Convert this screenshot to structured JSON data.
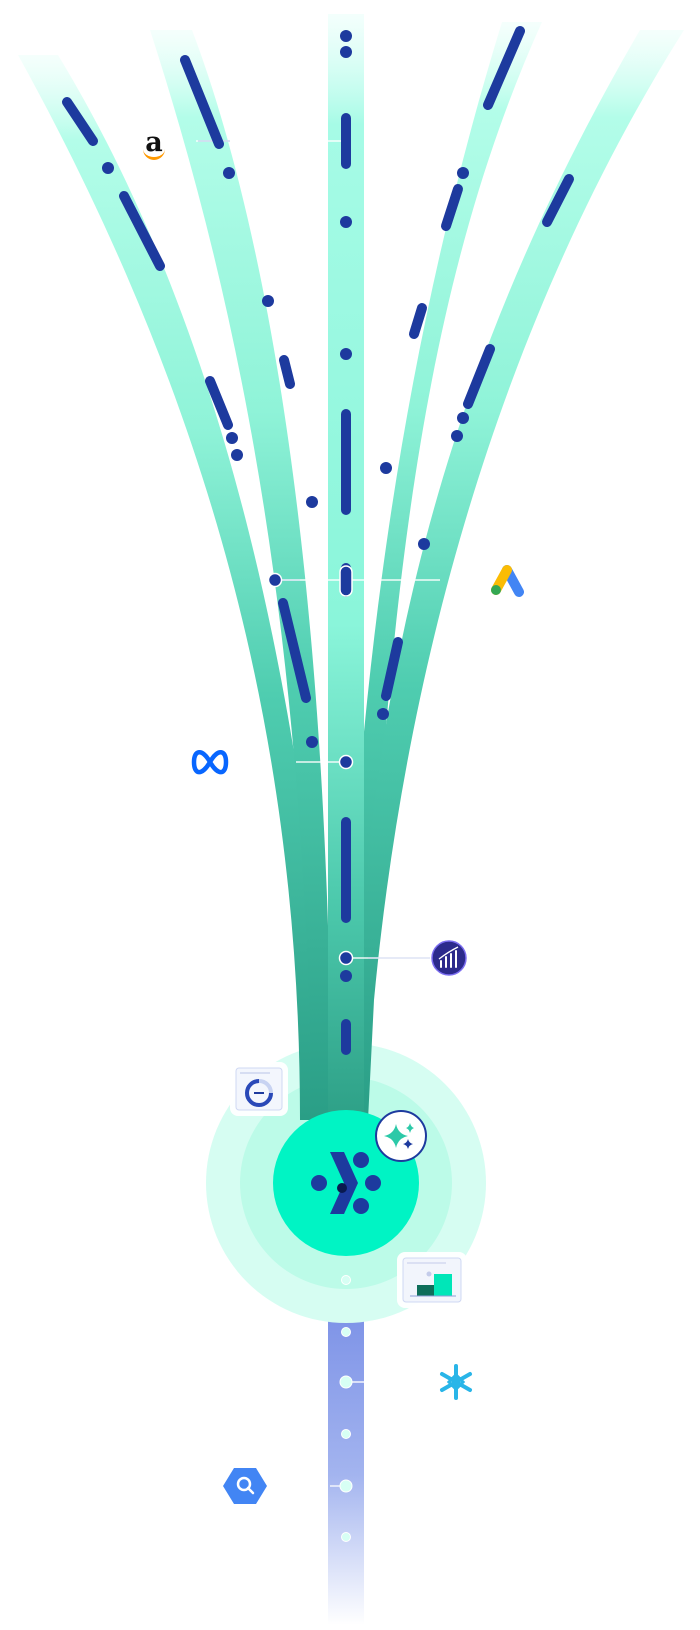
{
  "diagram": {
    "description_label": "",
    "sources": [
      {
        "name": "amazon-logo",
        "icon": "amazon-logo",
        "text": "a"
      },
      {
        "name": "google-ads-logo",
        "icon": "google-ads-logo"
      },
      {
        "name": "meta-logo",
        "icon": "meta-logo"
      },
      {
        "name": "adobe-analytics-logo",
        "icon": "adobe-analytics-logo"
      }
    ],
    "hub": {
      "icon": "logo-mark",
      "sparkle_icon": "sparkle-icon"
    },
    "outputs": [
      {
        "name": "snowflake-logo",
        "icon": "snowflake-logo"
      },
      {
        "name": "bigquery-logo",
        "icon": "bigquery-logo"
      }
    ],
    "widgets": [
      {
        "name": "donut-chart-widget",
        "icon": "donut-chart-icon"
      },
      {
        "name": "bar-chart-widget",
        "icon": "bar-chart-icon"
      }
    ]
  },
  "colors": {
    "stream_light": "#a8fbe6",
    "stream_mid": "#5fe0c2",
    "stream_dark": "#2a9e86",
    "stream_core": "#8ff7dc",
    "dash": "#1d3a9e",
    "hub": "#00f4c4",
    "halo_outer": "#d4fdf1",
    "halo_inner": "#bffbe9",
    "output_stream": "#7b92e8",
    "meta": "#0866ff",
    "snowflake": "#29b5e8",
    "bigquery": "#4285f4",
    "adobe_bg": "#2c2a8c"
  }
}
